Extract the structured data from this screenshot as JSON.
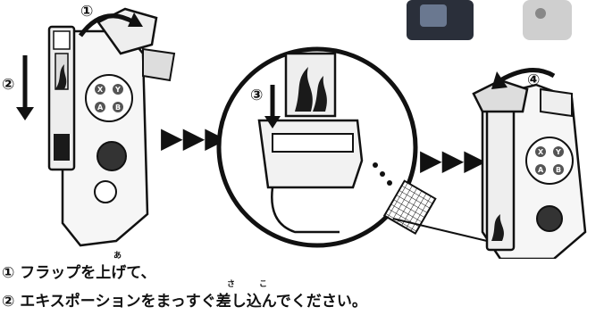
{
  "step_badges": [
    "①",
    "②",
    "③",
    "④"
  ],
  "arrow_chevrons": "▶▶▶",
  "instructions": {
    "line1": "① フラップを上げて、",
    "line2": "② エキスポーションをまっすぐ差し込んでください。"
  },
  "furigana": {
    "a": "あ",
    "sa": "さ",
    "ko": "こ"
  },
  "button_letters": [
    "X",
    "Y",
    "A",
    "B"
  ],
  "colors": {
    "ink": "#111111",
    "flame": "#1a1a1a",
    "background": "#ffffff",
    "grey": "#cfcfcf"
  }
}
